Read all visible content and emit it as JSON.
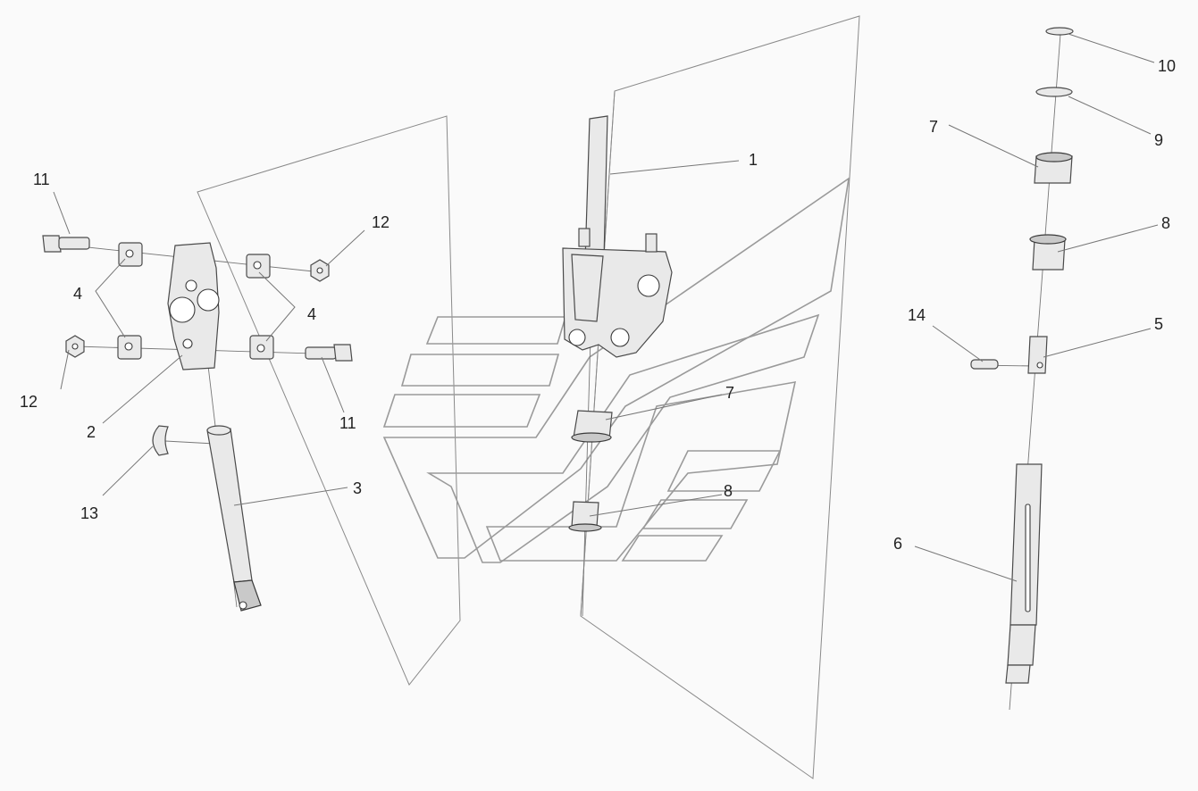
{
  "callouts": {
    "c1": "1",
    "c2": "2",
    "c3": "3",
    "c4a": "4",
    "c4b": "4",
    "c5": "5",
    "c6": "6",
    "c7a": "7",
    "c7b": "7",
    "c8a": "8",
    "c8b": "8",
    "c9": "9",
    "c10": "10",
    "c11a": "11",
    "c11b": "11",
    "c12a": "12",
    "c12b": "12",
    "c13": "13",
    "c14": "14"
  }
}
